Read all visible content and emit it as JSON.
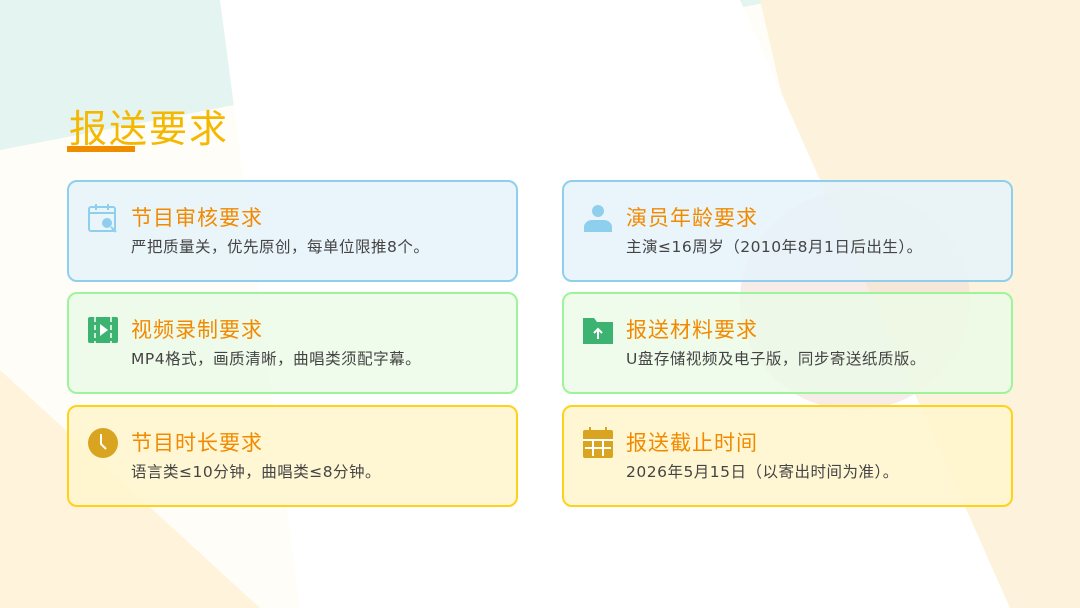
{
  "title": "报送要求",
  "cards": [
    {
      "title": "节目审核要求",
      "desc": "严把质量关，优先原创，每单位限推8个。",
      "icon": "calendar-search-icon",
      "color": "#8fcfee"
    },
    {
      "title": "演员年龄要求",
      "desc": "主演≤16周岁（2010年8月1日后出生）。",
      "icon": "user-icon",
      "color": "#8fcfee"
    },
    {
      "title": "视频录制要求",
      "desc": "MP4格式，画质清晰，曲唱类须配字幕。",
      "icon": "video-icon",
      "color": "#3cb371"
    },
    {
      "title": "报送材料要求",
      "desc": "U盘存储视频及电子版，同步寄送纸质版。",
      "icon": "folder-upload-icon",
      "color": "#3cb371"
    },
    {
      "title": "节目时长要求",
      "desc": "语言类≤10分钟，曲唱类≤8分钟。",
      "icon": "clock-icon",
      "color": "#d9a520"
    },
    {
      "title": "报送截止时间",
      "desc": "2026年5月15日（以寄出时间为准）。",
      "icon": "calendar-icon",
      "color": "#d9a520"
    }
  ]
}
